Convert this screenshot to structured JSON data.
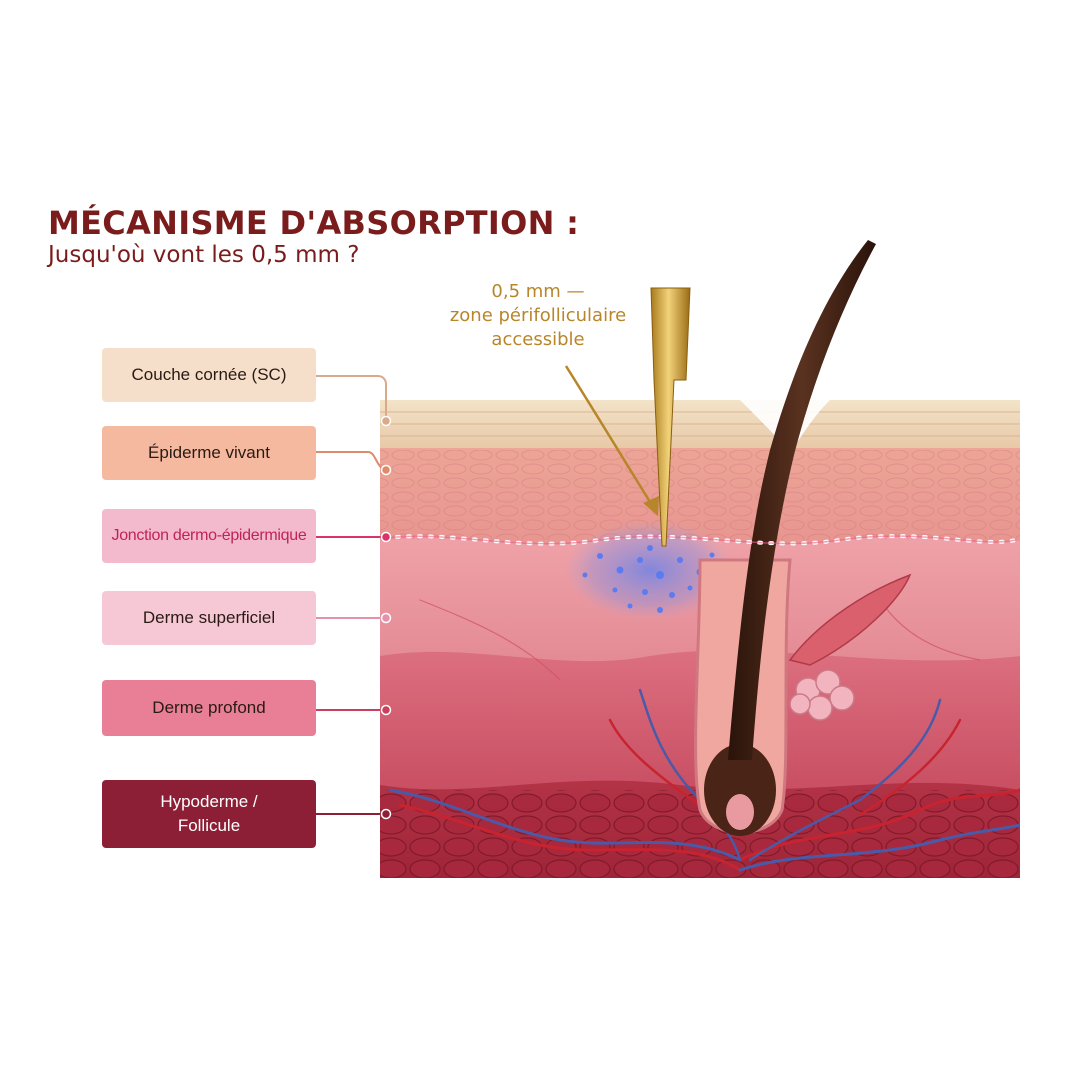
{
  "title": "MÉCANISME D'ABSORPTION :",
  "subtitle": "Jusqu'où vont les 0,5 mm ?",
  "annotation": {
    "line1": "0,5 mm —",
    "line2": "zone périfolliculaire",
    "line3": "accessible"
  },
  "layers": [
    {
      "label": "Couche cornée (SC)",
      "bg": "#f6dfca",
      "fg": "#2a1a14"
    },
    {
      "label": "Épiderme vivant",
      "bg": "#f5b9a0",
      "fg": "#2a1a14"
    },
    {
      "label": "Jonction dermo-épidermique",
      "bg": "#f3b9cc",
      "fg": "#c0235a"
    },
    {
      "label": "Derme superficiel",
      "bg": "#f6c8d6",
      "fg": "#2a1a14"
    },
    {
      "label": "Derme profond",
      "bg": "#e87f96",
      "fg": "#2a1a14"
    },
    {
      "label": "Hypoderme / Follicule",
      "line1": "Hypoderme /",
      "line2": "Follicule",
      "bg": "#8c1f36",
      "fg": "#ffffff"
    }
  ],
  "colors": {
    "title": "#7a1c1c",
    "needle": "#c9a13a",
    "hair": "#3b1e12",
    "diffusion": "#4f6fe0",
    "junction_dots": "#ffffff"
  }
}
